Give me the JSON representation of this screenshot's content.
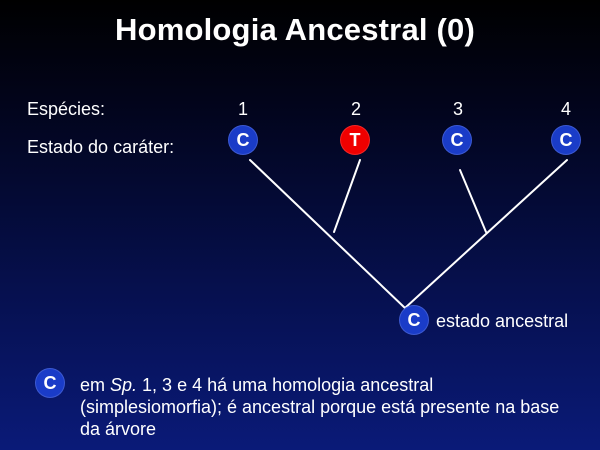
{
  "title": "Homologia Ancestral (0)",
  "species_label": "Espécies:",
  "character_label": "Estado do caráter:",
  "species": [
    {
      "number": "1",
      "state": "C",
      "state_color": "#1a3cc8"
    },
    {
      "number": "2",
      "state": "T",
      "state_color": "#f00000"
    },
    {
      "number": "3",
      "state": "C",
      "state_color": "#1a3cc8"
    },
    {
      "number": "4",
      "state": "C",
      "state_color": "#1a3cc8"
    }
  ],
  "root": {
    "state": "C",
    "label": "estado ancestral"
  },
  "legend": {
    "state": "C",
    "text_before": "em ",
    "text_italic": "Sp.",
    "text_after": " 1, 3 e 4 há uma homologia ancestral (simplesiomorfia); é ancestral porque está presente na base da árvore"
  },
  "colors": {
    "ancestral_state": "#1a3cc8",
    "derived_state": "#f00000",
    "tree_line": "#ffffff"
  }
}
